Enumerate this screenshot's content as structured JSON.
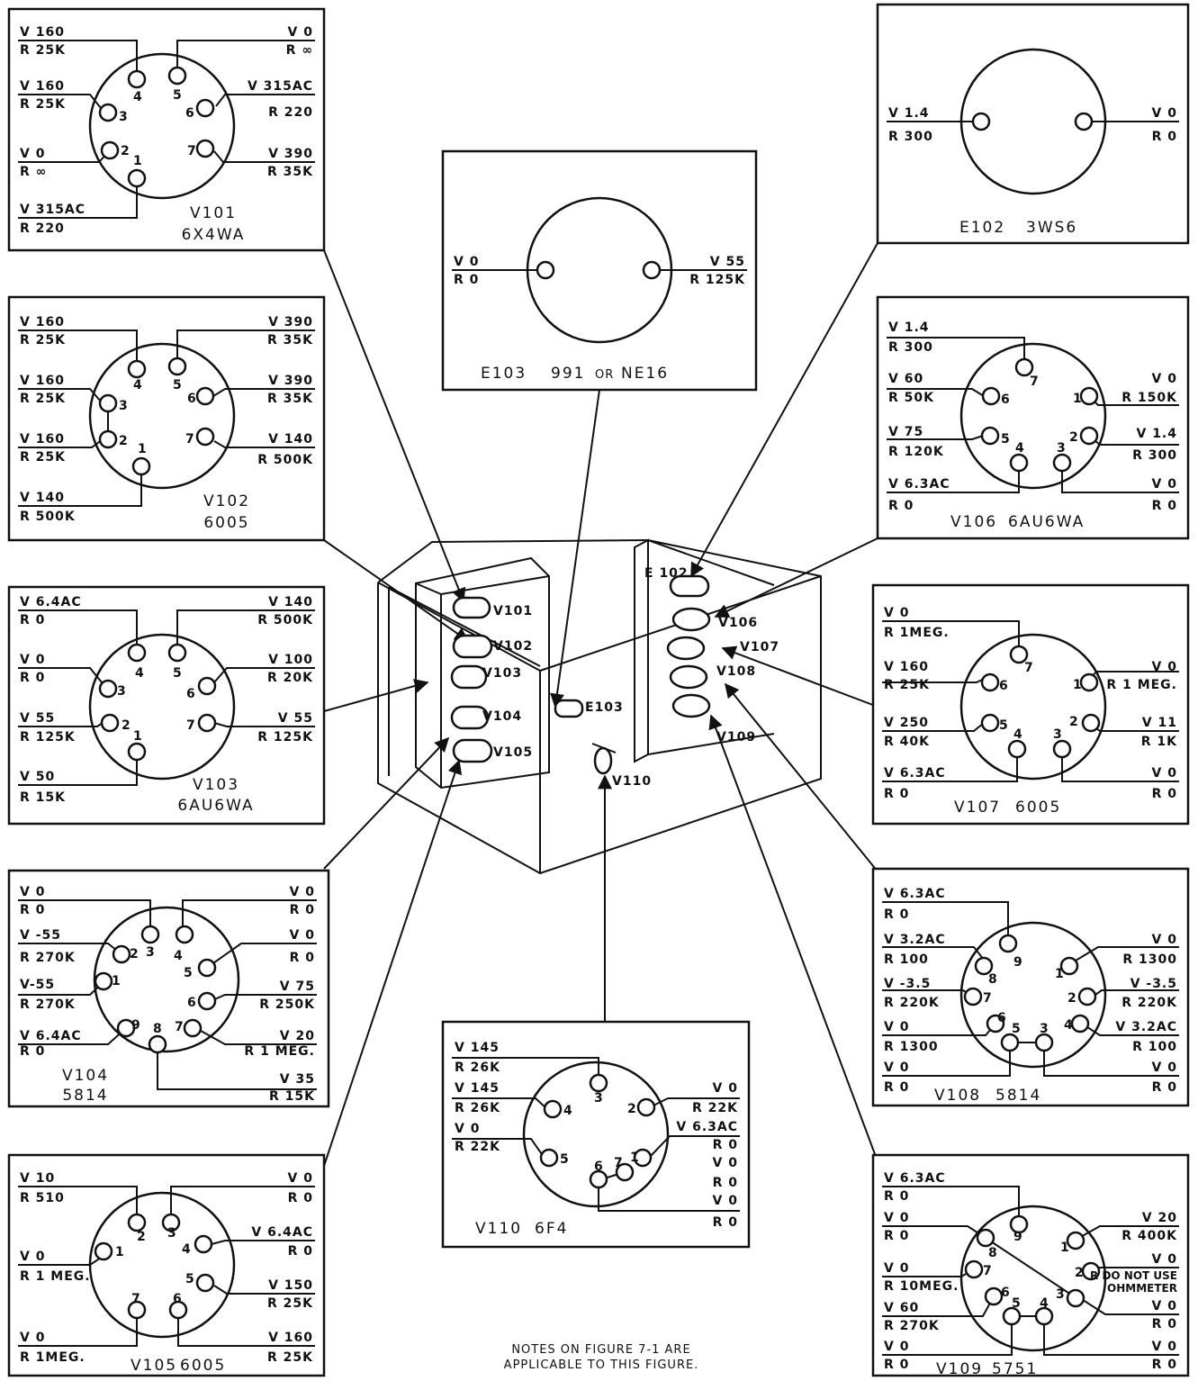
{
  "note": {
    "line1": "NOTES ON FIGURE 7-1 ARE",
    "line2": "APPLICABLE TO THIS FIGURE."
  },
  "chassis": {
    "labels": {
      "V101": "V101",
      "V102": "V102",
      "V103": "V103",
      "V104": "V104",
      "V105": "V105",
      "V106": "V106",
      "V107": "V107",
      "V108": "V108",
      "V109": "V109",
      "V110": "V110",
      "E102": "E 102",
      "E103": "E103"
    }
  },
  "panels": {
    "V101": {
      "title1": "V101",
      "title2": "6X4WA",
      "pins": {
        "1": "1",
        "2": "2",
        "3": "3",
        "4": "4",
        "5": "5",
        "6": "6",
        "7": "7"
      },
      "p4v": "V 160",
      "p4r": "R 25K",
      "p3v": "V 160",
      "p3r": "R 25K",
      "p2v": "V 0",
      "p2r": "R ∞",
      "p1v": "V 315AC",
      "p1r": "R 220",
      "p5v": "V 0",
      "p5r": "R ∞",
      "p6v": "V 315AC",
      "p6r": "R 220",
      "p7v": "V 390",
      "p7r": "R 35K"
    },
    "V102": {
      "title1": "V102",
      "title2": "6005",
      "pins": {
        "1": "1",
        "2": "2",
        "3": "3",
        "4": "4",
        "5": "5",
        "6": "6",
        "7": "7"
      },
      "p4v": "V 160",
      "p4r": "R 25K",
      "p3v": "V 160",
      "p3r": "R 25K",
      "p2v": "V 160",
      "p2r": "R 25K",
      "p1v": "V 140",
      "p1r": "R 500K",
      "p5v": "V 390",
      "p5r": "R 35K",
      "p6v": "V 390",
      "p6r": "R 35K",
      "p7v": "V 140",
      "p7r": "R 500K"
    },
    "V103": {
      "title1": "V103",
      "title2": "6AU6WA",
      "pins": {
        "1": "1",
        "2": "2",
        "3": "3",
        "4": "4",
        "5": "5",
        "6": "6",
        "7": "7"
      },
      "p4v": "V 6.4AC",
      "p4r": "R 0",
      "p3v": "V 0",
      "p3r": "R 0",
      "p2v": "V 55",
      "p2r": "R 125K",
      "p1v": "V 50",
      "p1r": "R 15K",
      "p5v": "V 140",
      "p5r": "R 500K",
      "p6v": "V 100",
      "p6r": "R 20K",
      "p7v": "V 55",
      "p7r": "R 125K"
    },
    "V104": {
      "title1": "V104",
      "title2": "5814",
      "pins": {
        "1": "1",
        "2": "2",
        "3": "3",
        "4": "4",
        "5": "5",
        "6": "6",
        "7": "7",
        "8": "8",
        "9": "9"
      },
      "p3v": "V 0",
      "p3r": "R 0",
      "p2v": "V -55",
      "p2r": "R 270K",
      "p1v": "V-55",
      "p1r": "R 270K",
      "p9v": "V 6.4AC",
      "p9r": "R 0",
      "p4v": "V 0",
      "p4r": "R 0",
      "p5v": "V 0",
      "p5r": "R 0",
      "p6v": "V 75",
      "p6r": "R 250K",
      "p7v": "V 20",
      "p7r": "R 1 MEG.",
      "p8v": "V 35",
      "p8r": "R 15K"
    },
    "V105": {
      "title1": "V105",
      "title2": "6005",
      "pins": {
        "1": "1",
        "2": "2",
        "3": "3",
        "4": "4",
        "5": "5",
        "6": "6",
        "7": "7"
      },
      "p2v": "V 10",
      "p2r": "R 510",
      "p1v": "V 0",
      "p1r": "R 1 MEG.",
      "p7v": "V 0",
      "p7r": "R 1MEG.",
      "p3v": "V 0",
      "p3r": "R 0",
      "p4v": "V 6.4AC",
      "p4r": "R 0",
      "p5v": "V 150",
      "p5r": "R 25K",
      "p6v": "V 160",
      "p6r": "R 25K"
    },
    "E103": {
      "title1": "E103",
      "title2": "991",
      "title_or": "OR",
      "title3": "NE16",
      "lv": "V 0",
      "lr": "R 0",
      "rv": "V 55",
      "rr": "R 125K"
    },
    "E102": {
      "title1": "E102",
      "title2": "3WS6",
      "lv": "V 1.4",
      "lr": "R 300",
      "rv": "V 0",
      "rr": "R 0"
    },
    "V106": {
      "title1": "V106",
      "title2": "6AU6WA",
      "pins": {
        "1": "1",
        "2": "2",
        "3": "3",
        "4": "4",
        "5": "5",
        "6": "6",
        "7": "7"
      },
      "p7v": "V 1.4",
      "p7r": "R 300",
      "p6v": "V 60",
      "p6r": "R 50K",
      "p5v": "V 75",
      "p5r": "R 120K",
      "p4v": "V 6.3AC",
      "p4r": "R 0",
      "p1v": "V 0",
      "p1r": "R 150K",
      "p2v": "V 1.4",
      "p2r": "R 300",
      "p3v": "V 0",
      "p3r": "R 0"
    },
    "V107": {
      "title1": "V107",
      "title2": "6005",
      "pins": {
        "1": "1",
        "2": "2",
        "3": "3",
        "4": "4",
        "5": "5",
        "6": "6",
        "7": "7"
      },
      "p7v": "V 0",
      "p7r": "R 1MEG.",
      "p6v": "V 160",
      "p6r": "R 25K",
      "p5v": "V 250",
      "p5r": "R 40K",
      "p4v": "V 6.3AC",
      "p4r": "R 0",
      "p1v": "V 0",
      "p1r": "R 1 MEG.",
      "p2v": "V 11",
      "p2r": "R 1K",
      "p3v": "V 0",
      "p3r": "R 0"
    },
    "V108": {
      "title1": "V108",
      "title2": "5814",
      "pins": {
        "1": "1",
        "2": "2",
        "3": "3",
        "4": "4",
        "5": "5",
        "6": "6",
        "7": "7",
        "8": "8",
        "9": "9"
      },
      "p9v": "V 6.3AC",
      "p9r": "R 0",
      "p8v": "V 3.2AC",
      "p8r": "R 100",
      "p7v": "V -3.5",
      "p7r": "R 220K",
      "p6v": "V 0",
      "p6r": "R 1300",
      "p5v": "V 0",
      "p5r": "R 0",
      "p1v": "V 0",
      "p1r": "R 1300",
      "p2v": "V -3.5",
      "p2r": "R 220K",
      "p4v": "V 3.2AC",
      "p4r": "R 100",
      "p3v": "V 0",
      "p3r": "R 0"
    },
    "V109": {
      "title1": "V109",
      "title2": "5751",
      "pins": {
        "1": "1",
        "2": "2",
        "3": "3",
        "4": "4",
        "5": "5",
        "6": "6",
        "7": "7",
        "8": "8",
        "9": "9"
      },
      "p9v": "V 6.3AC",
      "p9r": "R 0",
      "p8v": "V 0",
      "p8r": "R 0",
      "p7v": "V 0",
      "p7r": "R 10MEG.",
      "p6v": "V 60",
      "p6r": "R 270K",
      "p5v": "V 0",
      "p5r": "R 0",
      "p1v": "V 20",
      "p1r": "R 400K",
      "p2v": "V 0",
      "p2r": "R DO NOT USE",
      "p2r2": "OHMMETER",
      "p3v": "V 0",
      "p3r": "R 0",
      "p4v": "V 0",
      "p4r": "R 0"
    },
    "V110": {
      "title1": "V110",
      "title2": "6F4",
      "pins": {
        "1": "1",
        "2": "2",
        "3": "3",
        "4": "4",
        "5": "5",
        "6": "6",
        "7": "7"
      },
      "p3v": "V 145",
      "p3r": "R 26K",
      "p4v": "V 145",
      "p4r": "R 26K",
      "p5v": "V 0",
      "p5r": "R 22K",
      "p2v": "V 0",
      "p2r": "R 22K",
      "p1v": "V 6.3AC",
      "p1r": "R 0",
      "p7v": "V 0",
      "p7r": "R 0",
      "p6v": "V 0",
      "p6r": "R 0"
    }
  }
}
